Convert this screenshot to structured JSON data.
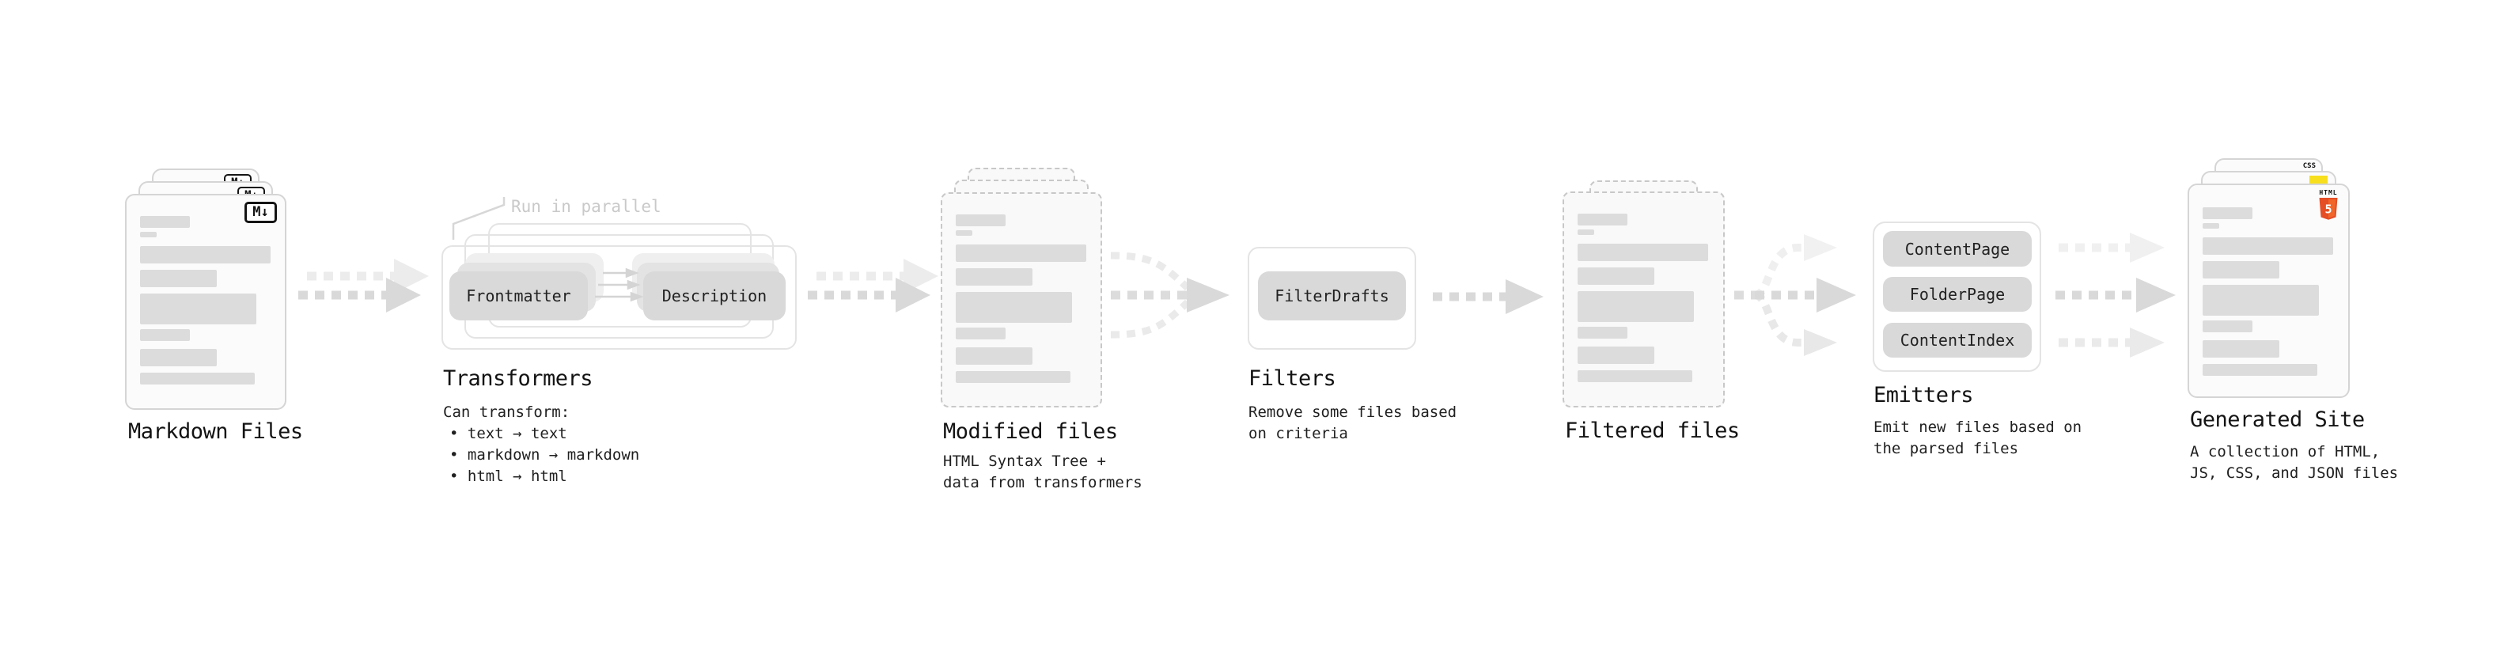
{
  "diagram": {
    "markdown_files": {
      "label": "Markdown Files",
      "file_badge": "M↓"
    },
    "transformers": {
      "note": "Run in parallel",
      "left_box": "Frontmatter",
      "right_box": "Description",
      "heading": "Transformers",
      "subheading": "Can transform:",
      "bullets": [
        "• text → text",
        "• markdown → markdown",
        "• html → html"
      ]
    },
    "modified_files": {
      "heading": "Modified files",
      "desc1": "HTML Syntax Tree +",
      "desc2": "data from transformers"
    },
    "filters": {
      "heading": "Filters",
      "box": "FilterDrafts",
      "desc1": "Remove some files based",
      "desc2": "on criteria"
    },
    "filtered_files": {
      "heading": "Filtered files"
    },
    "emitters": {
      "heading": "Emitters",
      "boxes": [
        "ContentPage",
        "FolderPage",
        "ContentIndex"
      ],
      "desc1": "Emit new files based on",
      "desc2": "the parsed files"
    },
    "generated_site": {
      "heading": "Generated Site",
      "desc1": "A collection of HTML,",
      "desc2": "JS, CSS, and JSON files",
      "css_badge": "CSS",
      "html_badge_label": "HTML",
      "html_badge_number": "5"
    },
    "colors": {
      "box_fill": "#d9d9d9",
      "ghost_fill_1": "#e3e3e3",
      "ghost_fill_2": "#efefef",
      "bar_fill": "#dcdcdc",
      "arrow_dark": "#d9d9d9",
      "arrow_light": "#ececec",
      "note_gray": "#c9c9c9",
      "js_yellow": "#f7df1e",
      "css_blue": "#264de4",
      "html5_orange": "#e44d26",
      "html5_orange_light": "#f16529"
    }
  }
}
